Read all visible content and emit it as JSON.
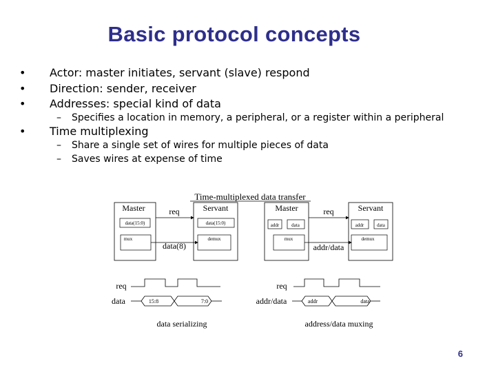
{
  "slide": {
    "title": "Basic protocol concepts",
    "page_number": "6"
  },
  "bullets": [
    {
      "text": "Actor: master initiates, servant (slave) respond"
    },
    {
      "text": "Direction: sender, receiver"
    },
    {
      "text": "Addresses: special kind of data"
    },
    {
      "text": "Specifies a location in memory, a peripheral, or a register within a peripheral"
    },
    {
      "text": "Time multiplexing"
    },
    {
      "text": "Share a single set of wires for multiple pieces of data"
    },
    {
      "text": "Saves wires at expense of time"
    }
  ],
  "bullet_symbol": "•",
  "dash_symbol": "–",
  "figure": {
    "title": "Time-multiplexed data transfer",
    "left": {
      "master": "Master",
      "servant": "Servant",
      "req": "req",
      "master_data": "data(15:0)",
      "servant_data": "data(15:0)",
      "mux": "mux",
      "demux": "demux",
      "bus": "data(8)"
    },
    "right": {
      "master": "Master",
      "servant": "Servant",
      "req": "req",
      "master_addr": "addr",
      "master_data": "data",
      "servant_addr": "addr",
      "servant_data": "data",
      "mux": "mux",
      "demux": "demux",
      "bus": "addr/data"
    },
    "timing_left": {
      "req_label": "req",
      "data_label": "data",
      "val1": "15:8",
      "val2": "7:0",
      "caption": "data serializing"
    },
    "timing_right": {
      "req_label": "req",
      "data_label": "addr/data",
      "val1": "addr",
      "val2": "data",
      "caption": "address/data muxing"
    }
  }
}
